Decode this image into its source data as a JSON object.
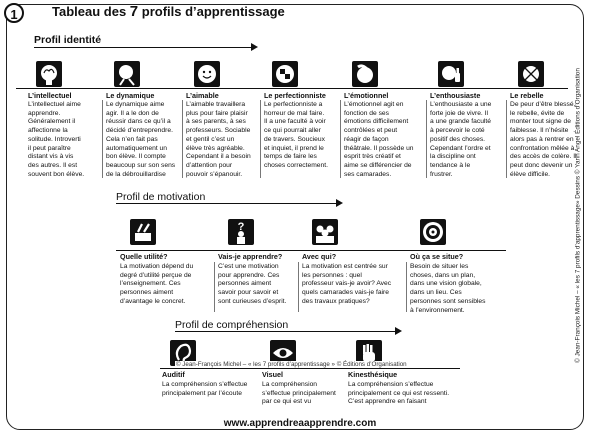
{
  "header": {
    "badge": "1",
    "title_pre": "Tableau des ",
    "title_num": "7",
    "title_post": " profils d’apprentissage"
  },
  "identity": {
    "heading": "Profil identité",
    "profiles": [
      {
        "name": "L’intellectuel",
        "icon": "brain-head-icon",
        "text": "L’intellectuel aime\napprendre.\nGénéralement il\naffectionne la\nsolitude. Introverti\nil peut paraître\ndistant vis à vis\ndes autres. Il est\nsouvent bon élève."
      },
      {
        "name": "Le dynamique",
        "icon": "running-head-icon",
        "text": "Le dynamique aime\nagir. Il a le don de\nréussir dans ce qu’il a\ndécidé d’entreprendre.\nCela n’en fait pas\nautomatiquement un\nbon élève. Il compte\nbeaucoup sur son sens\nde la débrouillardise"
      },
      {
        "name": "L’aimable",
        "icon": "smiling-face-icon",
        "text": "L’aimable travaillera\nplus pour faire plaisir\nà ses parents, à ses\nprofesseurs. Sociable\net gentil c’est un\nélève très agréable.\nCependant il a besoin\nd’attention pour\npouvoir s’épanouir."
      },
      {
        "name": "Le perfectionniste",
        "icon": "checkered-head-icon",
        "text": "Le perfectionniste a\nhorreur de mal faire.\nIl a une faculté à voir\nce qui pourrait aller\nde travers. Soucieux\net inquiet, il prend le\ntemps de faire les\nchoses correctement."
      },
      {
        "name": "L’émotionnel",
        "icon": "hand-on-head-icon",
        "text": "L’émotionnel agit en\nfonction de ses\némotions difficilement\ncontrôlées et peut\nréagir de façon\nthéâtrale. Il possède un\nesprit très créatif et\naime se différencier de\nses camarades."
      },
      {
        "name": "L’enthousiaste",
        "icon": "thumbs-up-head-icon",
        "text": "L’enthousiaste a une\nforte joie de vivre. Il\na une grande faculté\nà percevoir  le coté\npositif des choses.\nCependant l’ordre et\nla discipline ont\ntendance à le\nfrustrer."
      },
      {
        "name": "Le rebelle",
        "icon": "rebel-head-icon",
        "text": "De peur d’être blessé,\nle rebelle, évite de\nmonter tout signe de\nfaiblesse. Il n’hésite\nalors pas à rentrer en\nconfrontation mêlée à\ndes accès de colère. Il\npeut donc devenir un\nélève difficile."
      }
    ]
  },
  "motivation": {
    "heading": "Profil de motivation",
    "items": [
      {
        "name": "Quelle utilité?",
        "icon": "tools-icon",
        "text": "La motivation dépend du\ndegré d’utilité perçue de\nl’enseignement. Ces\npersonnes aiment\nd’avantage le concret."
      },
      {
        "name": "Vais-je apprendre?",
        "icon": "question-figure-icon",
        "text": "C’est une motivation\npour apprendre. Ces\npersonnes aiment\nsavoir pour savoir et\nsont curieuses d’esprit."
      },
      {
        "name": "Avec qui?",
        "icon": "group-icon",
        "text": "La motivation est centrée sur\nles personnes : quel\nprofesseur vais-je avoir? Avec\nquels camarades vais-je faire\ndes travaux pratiques?"
      },
      {
        "name": "Où ça se situe?",
        "icon": "target-icon",
        "text": "Besoin de situer les\nchoses, dans un plan,\ndans une vision globale,\ndans un lieu. Ces\npersonnes sont sensibles\nà l’environnement."
      }
    ]
  },
  "comprehension": {
    "heading": "Profil de compréhension",
    "items": [
      {
        "name": "Auditif",
        "icon": "ear-icon",
        "text": "La compréhension s’effectue\nprincipalement par l’écoute"
      },
      {
        "name": "Visuel",
        "icon": "eye-icon",
        "text": "La compréhension\ns’effectue principalement\npar ce qui est vu"
      },
      {
        "name": "Kinesthésique",
        "icon": "hand-icon",
        "text": "La compréhension s’effectue\nprincipalement ce qui est ressenti.\nC’est apprendre en faisant"
      }
    ],
    "overlay": "© Jean-François Michel – « les 7 profils d’apprentissage » © Éditions d’Organisation"
  },
  "side_credit": "© Jean-François Michel – « les 7 profils d’apprentissage» Dessins © Yann Angel Éditions d’Organisation",
  "footer": "www.apprendreaapprendre.com"
}
